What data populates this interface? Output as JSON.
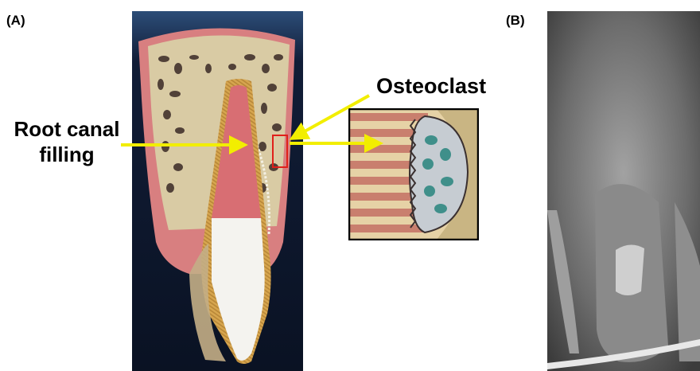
{
  "panel_labels": {
    "a": "(A)",
    "b": "(B)"
  },
  "callouts": {
    "osteoclast": "Osteoclast",
    "root_canal_filling_line1": "Root canal",
    "root_canal_filling_line2": "filling"
  },
  "colors": {
    "arrow": "#f2ee00",
    "highlight_box": "#e0201a",
    "illustration_background": "#0c1426",
    "gum": "#d87f80",
    "bone": "#d9cba4",
    "dentin": "#d7a64f",
    "root_canal_filling": "#d86e73",
    "enamel": "#f4f3ef",
    "xray_tone": "#7d7d7d"
  }
}
